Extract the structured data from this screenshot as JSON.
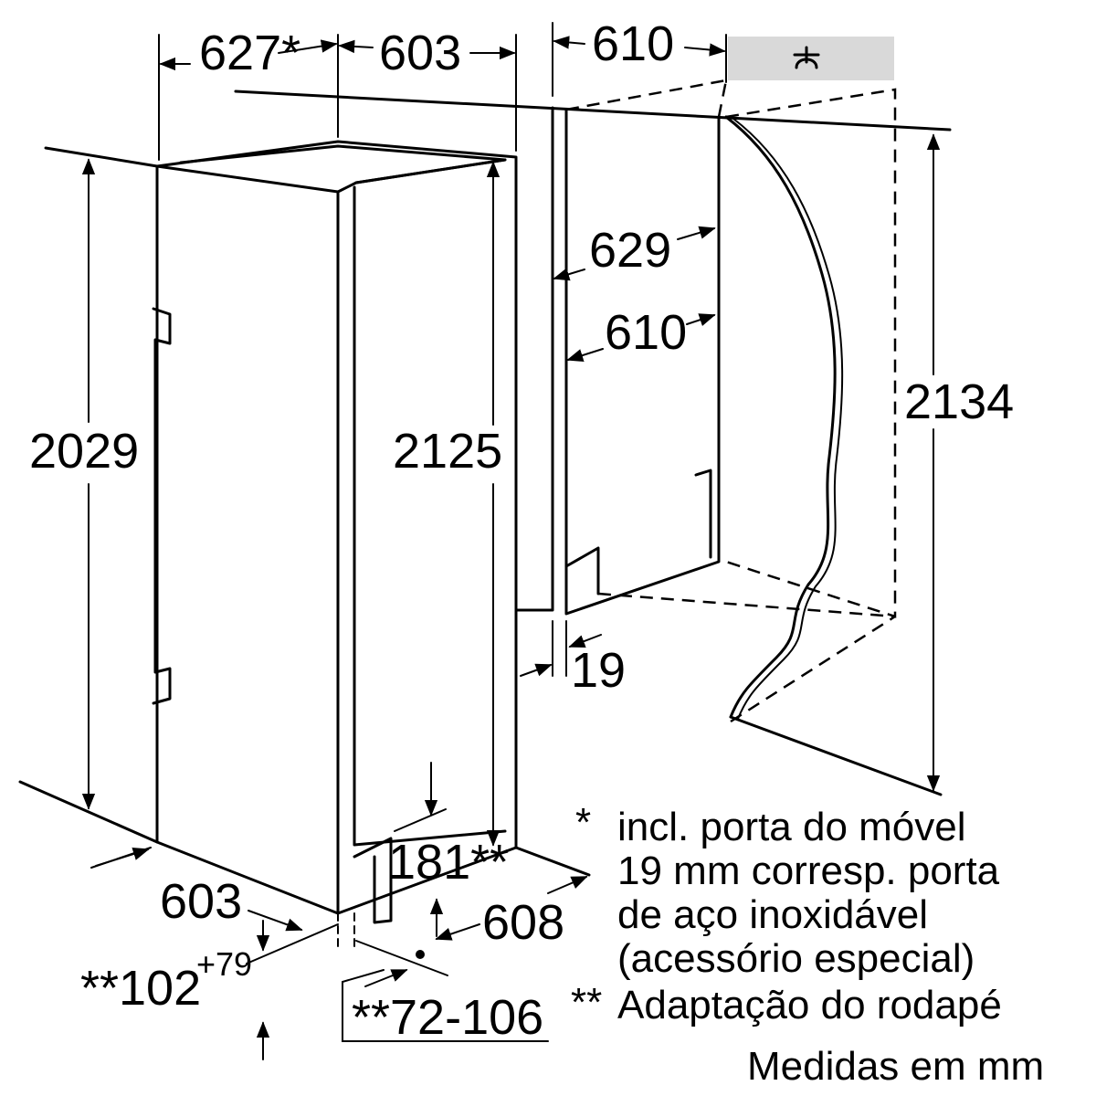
{
  "dimensions": {
    "d627": "627*",
    "d603_top": "603",
    "d610_top": "610",
    "d629": "629",
    "d610_mid": "610",
    "d2029": "2029",
    "d2125": "2125",
    "d2134": "2134",
    "d19": "19",
    "d181": "181**",
    "d603_bottom": "603",
    "d608": "608",
    "d102": "**102",
    "d102_sup": "+79",
    "d72_106": "**72-106"
  },
  "notes": {
    "star_mark": "*",
    "star_line1": "incl. porta do móvel",
    "star_line2": "19 mm corresp. porta",
    "star_line3": "de aço inoxidável",
    "star_line4": "(acessório especial)",
    "dstar_mark": "**",
    "dstar_text": "Adaptação do rodapé",
    "units": "Medidas em mm"
  },
  "icons": {
    "water_connection": "faucet-icon"
  },
  "colors": {
    "line": "#000000",
    "background": "#ffffff",
    "wall_shade": "#d9d9d9"
  }
}
